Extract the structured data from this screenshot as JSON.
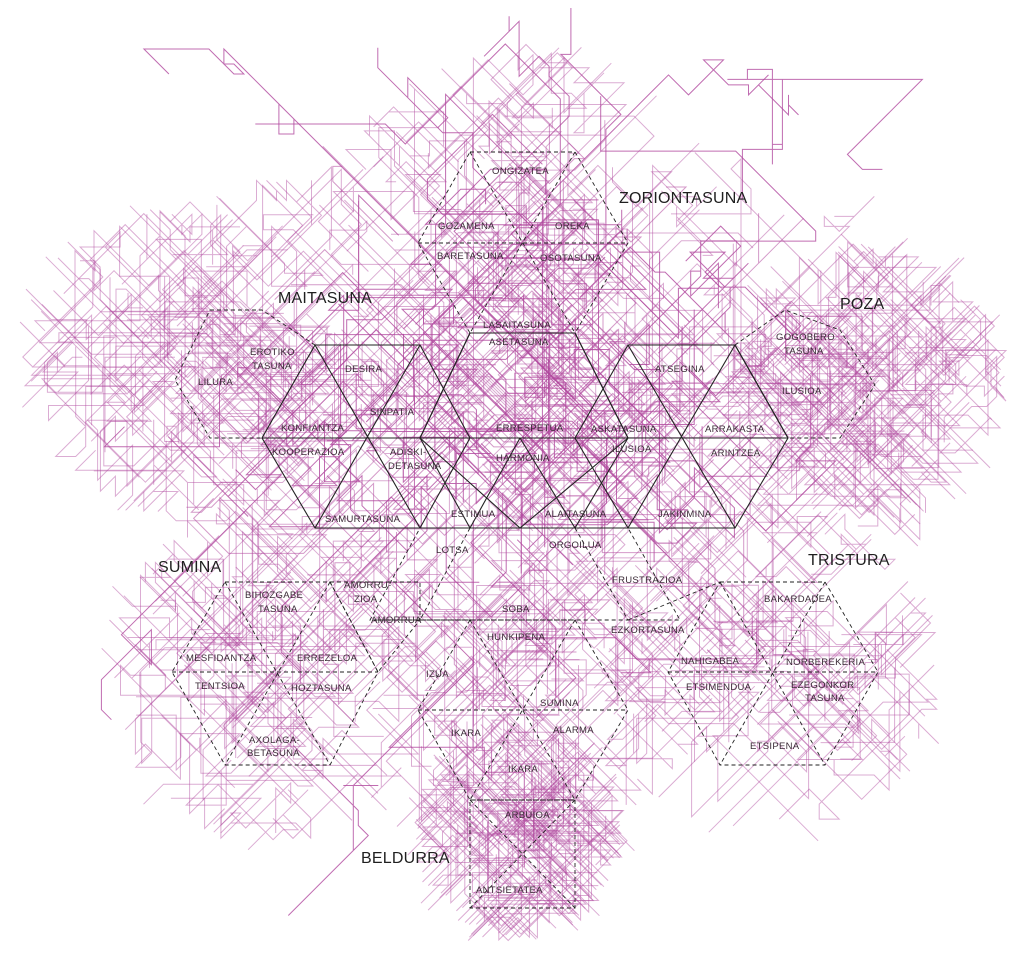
{
  "colors": {
    "paths": "#b0479d",
    "lines": "#222222",
    "labels": "#3a2a36",
    "background": "#ffffff"
  },
  "regions": {
    "zoriontasuna": "ZORIONTASUNA",
    "maitasuna": "MAITASUNA",
    "poza": "POZA",
    "sumina": "SUMINA",
    "tristura": "TRISTURA",
    "beldurra": "BELDURRA"
  },
  "emotions": {
    "ongizatea": "ONGIZATEA",
    "gozamena": "GOZAMENA",
    "oreka": "OREKA",
    "baretasuna": "BARETASUNA",
    "osotasuna": "OSOTASUNA",
    "lasaitasuna": "LASAITASUNA",
    "asetasuna": "ASETASUNA",
    "gogobero": "GOGOBERO",
    "gogobero_tasuna": "TASUNA",
    "ilusioa_top": "ILUSIOA",
    "atsegina": "ATSEGINA",
    "arrakasta": "ARRAKASTA",
    "arintzea": "ARINTZEA",
    "askatasuna": "ASKATASUNA",
    "ilusioa_mid": "ILUSIOA",
    "errespetua": "ERRESPETUA",
    "harmonia": "HARMONIA",
    "sinpatia": "SINPATIA",
    "desira": "DESIRA",
    "erotiko": "EROTIKO",
    "erotiko_tasuna": "TASUNA",
    "lilura": "LILURA",
    "konfiantza": "KONFIANTZA",
    "kooperazioa": "KOOPERAZIOA",
    "adiski": "ADISKI-",
    "detasuna": "DETASUNA",
    "samurtasuna": "SAMURTASUNA",
    "estimua": "ESTIMUA",
    "alaitasuna": "ALAITASUNA",
    "jakinmina": "JAKINMINA",
    "orgoilua": "ORGOILUA",
    "lotsa": "LOTSA",
    "frustrazioa": "FRUSTRAZIOA",
    "bakardadea": "BAKARDADEA",
    "ezkortasuna": "EZKORTASUNA",
    "nahigabea": "NAHIGABEA",
    "norberekeria": "NORBEREKERIA",
    "etsimendua": "ETSIMENDUA",
    "ezegonkor": "EZEGONKOR",
    "ezegonkor_tasuna": "TASUNA",
    "etsipena": "ETSIPENA",
    "bihozgabe": "BIHOZGABE",
    "bihozgabe_tasuna": "TASUNA",
    "amorru": "AMORRU-",
    "zioa": "ZIOA",
    "amorrua": "AMORRUA",
    "mesfidantza": "MESFIDANTZA",
    "errezeloa": "ERREZELOA",
    "tentsioa": "TENTSIOA",
    "hoztasuna": "HOZTASUNA",
    "axolaga": "AXOLAGA-",
    "betasuna": "BETASUNA",
    "soba": "SOBA",
    "hunkipena": "HUNKIPENA",
    "izua": "IZUA",
    "ikara_left": "IKARA",
    "ikara_bottom": "IKARA",
    "alarma": "ALARMA",
    "arbuioa": "ARBUIOA",
    "antsietatea": "ANTSIETATEA",
    "sumina_small": "SUMINA"
  }
}
